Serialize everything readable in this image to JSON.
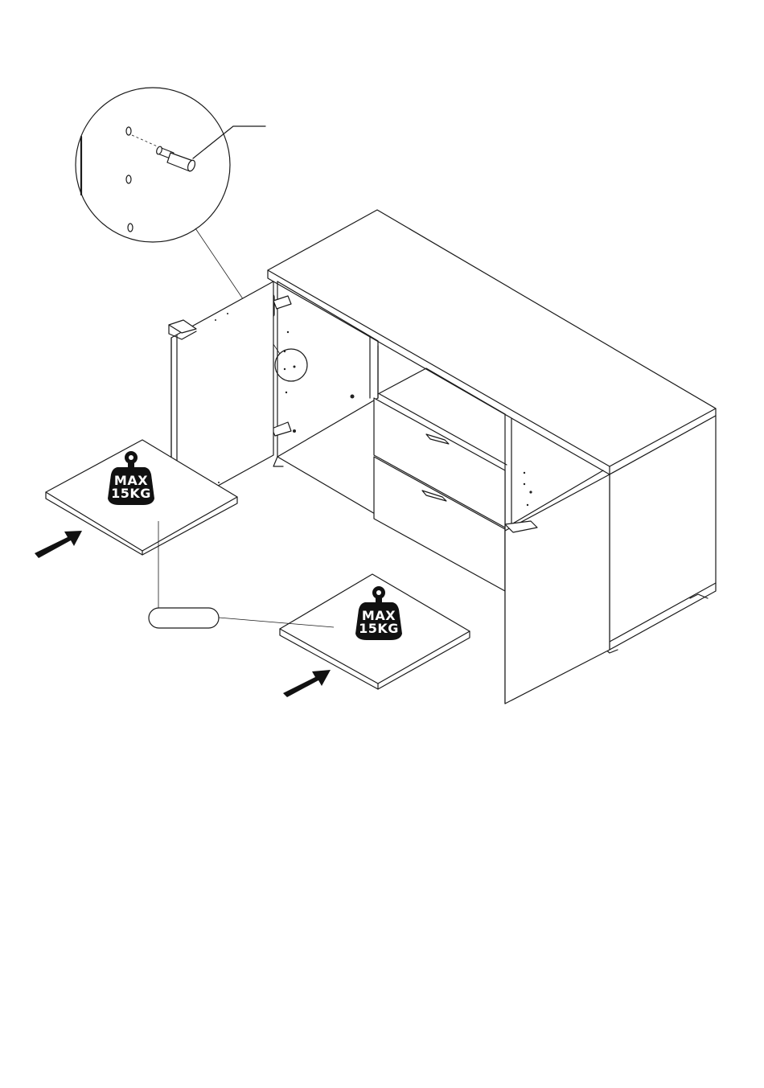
{
  "weight_badges": [
    {
      "line1": "MAX",
      "line2": "15KG"
    },
    {
      "line1": "MAX",
      "line2": "15KG"
    }
  ],
  "part_label_bubble": "",
  "colors": {
    "ink": "#111111",
    "paper": "#ffffff"
  }
}
